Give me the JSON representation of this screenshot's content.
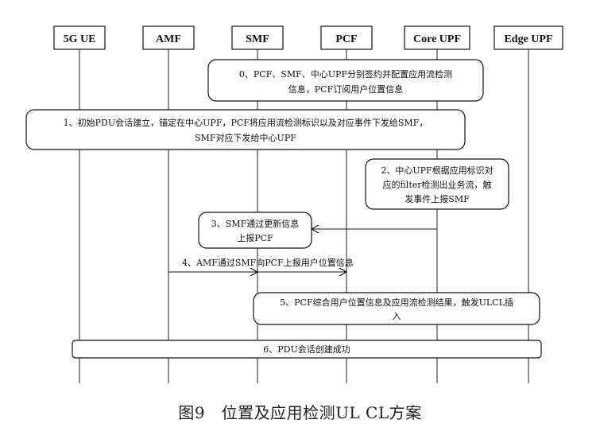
{
  "actors": [
    "5G UE",
    "AMF",
    "SMF",
    "PCF",
    "Core UPF",
    "Edge UPF"
  ],
  "notes": [
    {
      "lines": [
        "0、PCF、SMF、中心UPF分别签约并配置应用流检测",
        "信息，PCF订阅用户位置信息"
      ]
    },
    {
      "lines": [
        "1、初始PDU会话建立，锚定在中心UPF，PCF将应用流检测标识以及对应事件下发给SMF，",
        "SMF对应下发给中心UPF"
      ]
    },
    {
      "lines": [
        "2、中心UPF根据应用标识对",
        "应的filter检测出业务流，触",
        "发事件上报SMF"
      ]
    },
    {
      "lines": [
        "3、SMF通过更新信息",
        "上报PCF"
      ]
    },
    {
      "lines": [
        "5、PCF综合用户位置信息及应用流检测结果，触发ULCL插",
        "入"
      ]
    },
    {
      "lines": [
        "6、PDU会话创建成功"
      ]
    }
  ],
  "messages": [
    {
      "from": "Core UPF",
      "to": "SMF",
      "label": ""
    },
    {
      "from": "AMF",
      "to": "PCF",
      "via": "SMF",
      "label": "4、AMF通过SMF向PCF上报用户位置信息"
    }
  ],
  "caption": "图9　位置及应用检测UL CL方案"
}
